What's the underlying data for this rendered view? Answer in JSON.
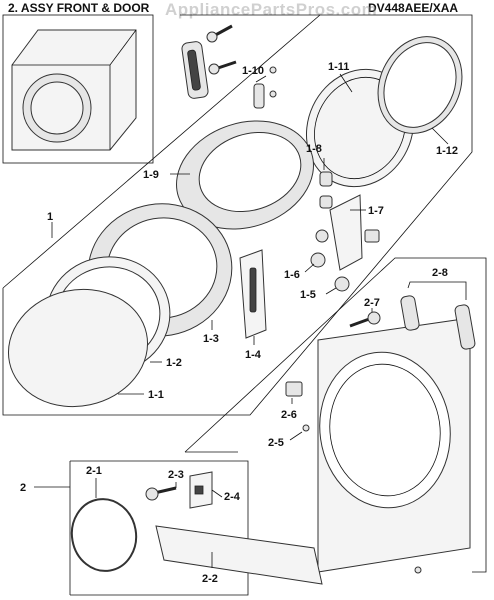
{
  "header": {
    "title": "2. ASSY FRONT & DOOR",
    "model": "DV448AEE/XAA",
    "watermark": "AppliancePartsPros.com"
  },
  "callouts": [
    {
      "id": "1-10",
      "text": "1-10"
    },
    {
      "id": "1-11",
      "text": "1-11"
    },
    {
      "id": "1-12",
      "text": "1-12"
    },
    {
      "id": "1-8",
      "text": "1-8"
    },
    {
      "id": "1-9",
      "text": "1-9"
    },
    {
      "id": "1-7",
      "text": "1-7"
    },
    {
      "id": "1",
      "text": "1"
    },
    {
      "id": "1-6",
      "text": "1-6"
    },
    {
      "id": "1-5",
      "text": "1-5"
    },
    {
      "id": "1-3",
      "text": "1-3"
    },
    {
      "id": "1-4",
      "text": "1-4"
    },
    {
      "id": "1-2",
      "text": "1-2"
    },
    {
      "id": "1-1",
      "text": "1-1"
    },
    {
      "id": "2-8",
      "text": "2-8"
    },
    {
      "id": "2-7",
      "text": "2-7"
    },
    {
      "id": "2-6",
      "text": "2-6"
    },
    {
      "id": "2-5",
      "text": "2-5"
    },
    {
      "id": "2",
      "text": "2"
    },
    {
      "id": "2-1",
      "text": "2-1"
    },
    {
      "id": "2-3",
      "text": "2-3"
    },
    {
      "id": "2-4",
      "text": "2-4"
    },
    {
      "id": "2-2",
      "text": "2-2"
    }
  ]
}
